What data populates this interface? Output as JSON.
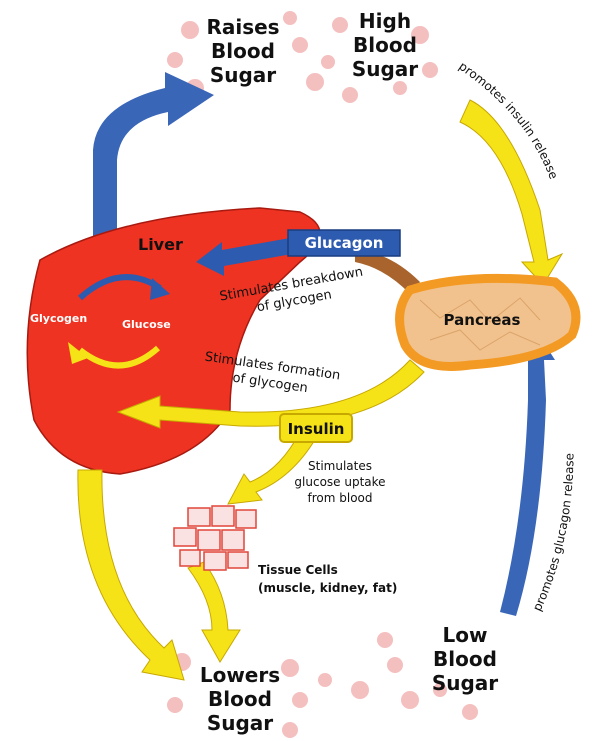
{
  "colors": {
    "liver": "#ee3322",
    "pancreas_fill": "#f2c28e",
    "pancreas_border": "#f39a24",
    "blue_arrow": "#3a66b8",
    "yellow_arrow": "#f6e317",
    "dots": "#f3b4b4",
    "glucagon_box": "#2d5bb0",
    "insulin_box": "#f6e317"
  },
  "icons": [
    "blood-sugar-dots",
    "liver-organ",
    "pancreas-organ",
    "tissue-cells",
    "cycle-arrows"
  ],
  "labels": {
    "raises": [
      "Raises",
      "Blood",
      "Sugar"
    ],
    "high": [
      "High",
      "Blood",
      "Sugar"
    ],
    "low": [
      "Low",
      "Blood",
      "Sugar"
    ],
    "lowers": [
      "Lowers",
      "Blood",
      "Sugar"
    ],
    "liver": "Liver",
    "glycogen": "Glycogen",
    "glucose": "Glucose",
    "glucagon": "Glucagon",
    "insulin": "Insulin",
    "pancreas": "Pancreas",
    "promotes_insulin": "promotes insulin release",
    "promotes_glucagon": "promotes glucagon release",
    "breakdown": [
      "Stimulates breakdown",
      "of glycogen"
    ],
    "formation": [
      "Stimulates formation",
      "of glycogen"
    ],
    "uptake": [
      "Stimulates",
      "glucose uptake",
      "from blood"
    ],
    "tissue": [
      "Tissue Cells",
      "(muscle, kidney, fat)"
    ]
  }
}
